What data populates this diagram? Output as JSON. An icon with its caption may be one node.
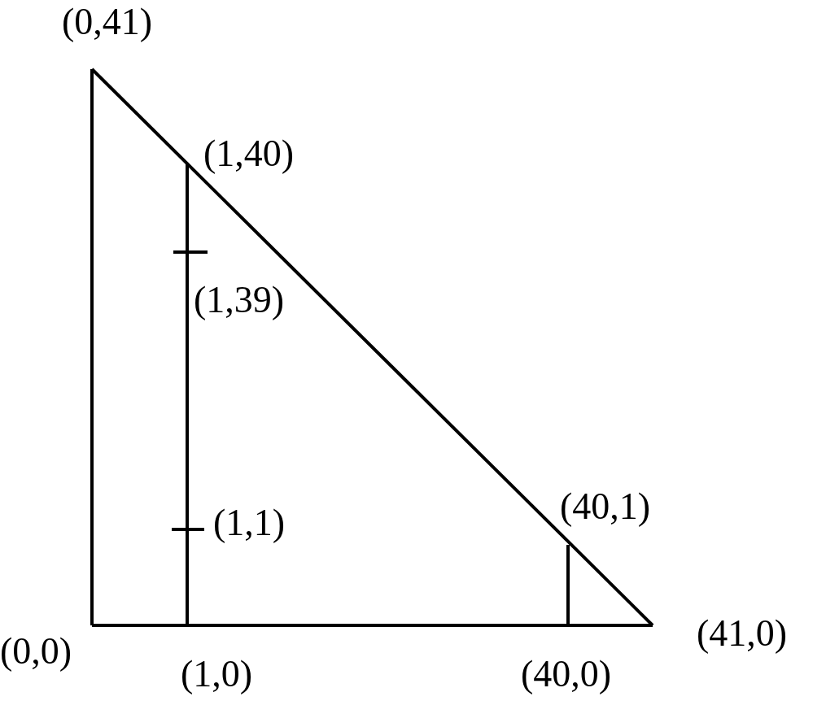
{
  "diagram": {
    "labels": [
      "(0,41)",
      "(1,40)",
      "(1,39)",
      "(40,1)",
      "(1,1)",
      "(41,0)",
      "(0,0)",
      "(1,0)",
      "(40,0)"
    ]
  }
}
